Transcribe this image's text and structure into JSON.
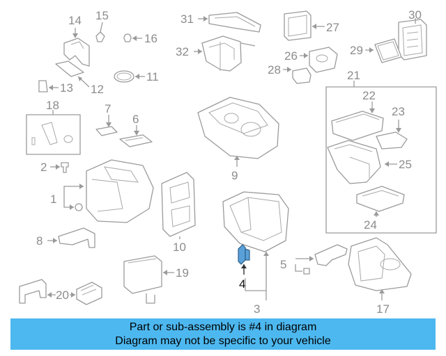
{
  "callouts": {
    "c1": "1",
    "c2": "2",
    "c3": "3",
    "c4": "4",
    "c5": "5",
    "c6": "6",
    "c7": "7",
    "c8": "8",
    "c9": "9",
    "c10": "10",
    "c11": "11",
    "c12": "12",
    "c13": "13",
    "c14": "14",
    "c15": "15",
    "c16": "16",
    "c17": "17",
    "c18": "18",
    "c19": "19",
    "c20": "20",
    "c21": "21",
    "c22": "22",
    "c23": "23",
    "c24": "24",
    "c25": "25",
    "c26": "26",
    "c27": "27",
    "c28": "28",
    "c29": "29",
    "c30": "30",
    "c31": "31",
    "c32": "32"
  },
  "highlight": {
    "part_number": "4",
    "color": "#5aa0d8"
  },
  "banner": {
    "line1": "Part or sub-assembly is #4 in diagram",
    "line2": "Diagram may not be specific to your vehicle",
    "background": "#4db8f0"
  }
}
